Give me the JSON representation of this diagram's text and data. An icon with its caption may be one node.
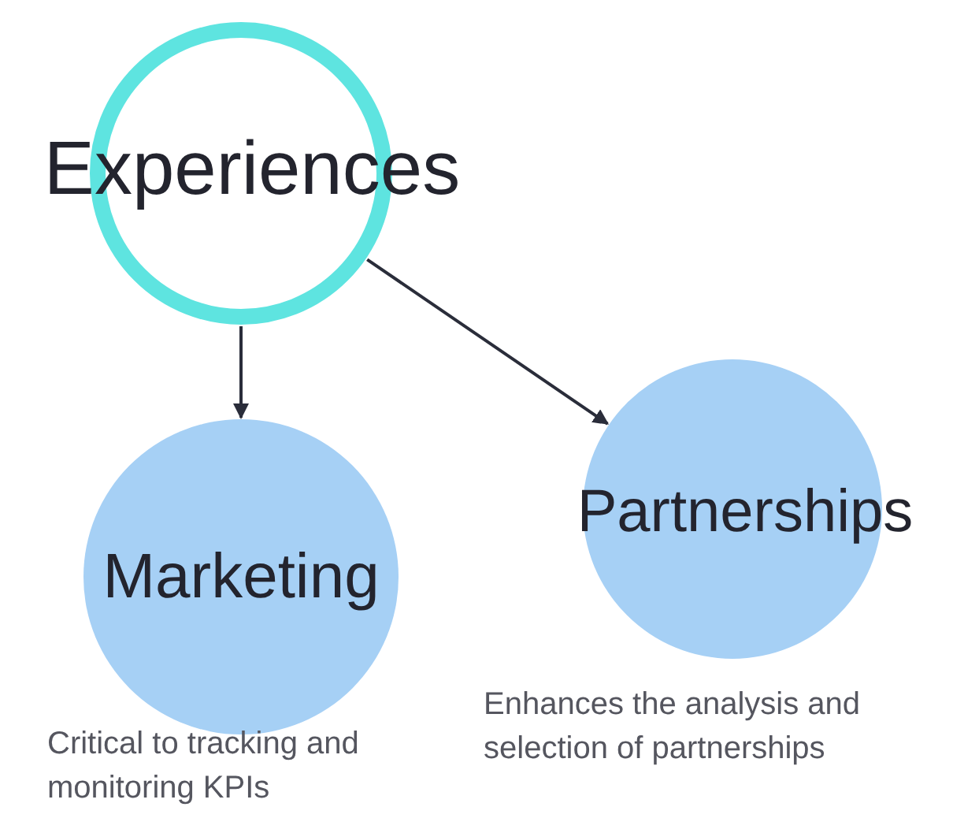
{
  "diagram": {
    "nodes": [
      {
        "text": [
          "Experiences"
        ]
      },
      {
        "text": [
          "Marketing"
        ],
        "beside": [
          "Critical to tracking and monitoring KPIs"
        ]
      },
      {
        "text": [
          "Partnerships"
        ],
        "beside": [
          "Enhances the analysis and selection of partnerships"
        ]
      }
    ],
    "edges": [
      {
        "from": 0,
        "to": 1,
        "arrow": "to"
      },
      {
        "from": 0,
        "to": 2,
        "arrow": "to"
      }
    ]
  }
}
